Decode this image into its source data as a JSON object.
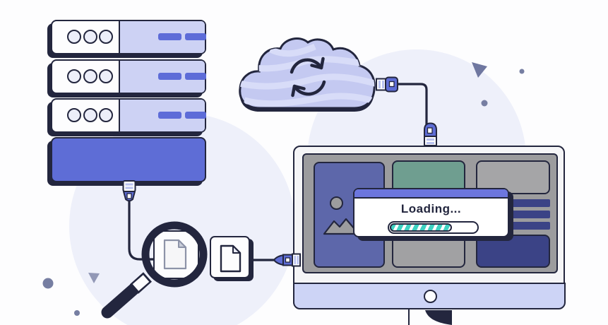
{
  "scene": {
    "loading_dialog": {
      "label": "Loading...",
      "progress_percent": 70,
      "progress_fill_style": "width:70%"
    },
    "server_rack": {
      "units": 4,
      "leds_per_unit": 3,
      "dashes_per_unit": 2
    },
    "screen": {
      "text_line_count": 3,
      "cards": [
        "image-placeholder-card",
        "green-card",
        "gray-card",
        "text-lines",
        "gray-card",
        "navy-card"
      ]
    },
    "icons": [
      "sync-icon",
      "magnifier-icon",
      "document-icon",
      "image-placeholder-icon",
      "power-button-icon",
      "plug-icon",
      "server-led-icon"
    ],
    "colors": {
      "outline_navy": "#23263e",
      "accent_blue": "#5e6dd6",
      "dialog_titlebar_blue": "#6c76de",
      "cloud_periwinkle": "#c4c9f1",
      "cloud_stripe": "#d8dcf8",
      "server_panel_periwinkle": "#cdd2f4",
      "monitor_chin_lavender": "#cdd4f6",
      "screen_gray": "#9c9c9e",
      "card_gray": "#a5a5a7",
      "card_slate_blue": "#5d67aa",
      "card_green": "#6f9e90",
      "card_navy": "#3b4386",
      "progress_teal": "#3ed1c1",
      "background_circle": "#eef0fa",
      "decor_gray_blue": "#767ea2"
    }
  }
}
